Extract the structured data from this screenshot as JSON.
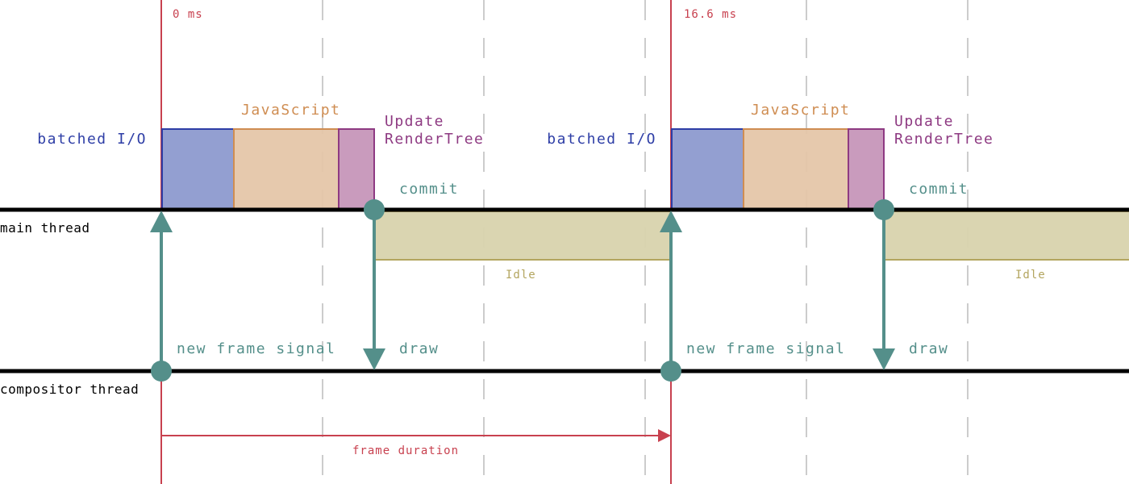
{
  "colors": {
    "timeline": "#c8414f",
    "grid": "#cccccc",
    "thread": "#000000",
    "signal": "#548f8a",
    "io_fill": "#939fd1",
    "io_stroke": "#2e3ea6",
    "js_fill": "#e4c5a7",
    "js_stroke": "#cf8d52",
    "render_fill": "#c99bbd",
    "render_stroke": "#8e3a82",
    "idle_fill": "#d8d3ad",
    "idle_stroke": "#b3a55f"
  },
  "threads": [
    {
      "id": "main",
      "label": "main thread"
    },
    {
      "id": "compositor",
      "label": "compositor thread"
    }
  ],
  "time_markers": [
    {
      "label": "0 ms"
    },
    {
      "label": "16.6 ms"
    }
  ],
  "frames": [
    {
      "io_label": "batched I/O",
      "js_label": "JavaScript",
      "render_label_line1": "Update",
      "render_label_line2": "RenderTree",
      "commit_label": "commit",
      "idle_label": "Idle",
      "signal_label": "new frame signal",
      "draw_label": "draw"
    },
    {
      "io_label": "batched I/O",
      "js_label": "JavaScript",
      "render_label_line1": "Update",
      "render_label_line2": "RenderTree",
      "commit_label": "commit",
      "idle_label": "Idle",
      "signal_label": "new frame signal",
      "draw_label": "draw"
    }
  ],
  "frame_duration": {
    "label": "frame duration"
  }
}
